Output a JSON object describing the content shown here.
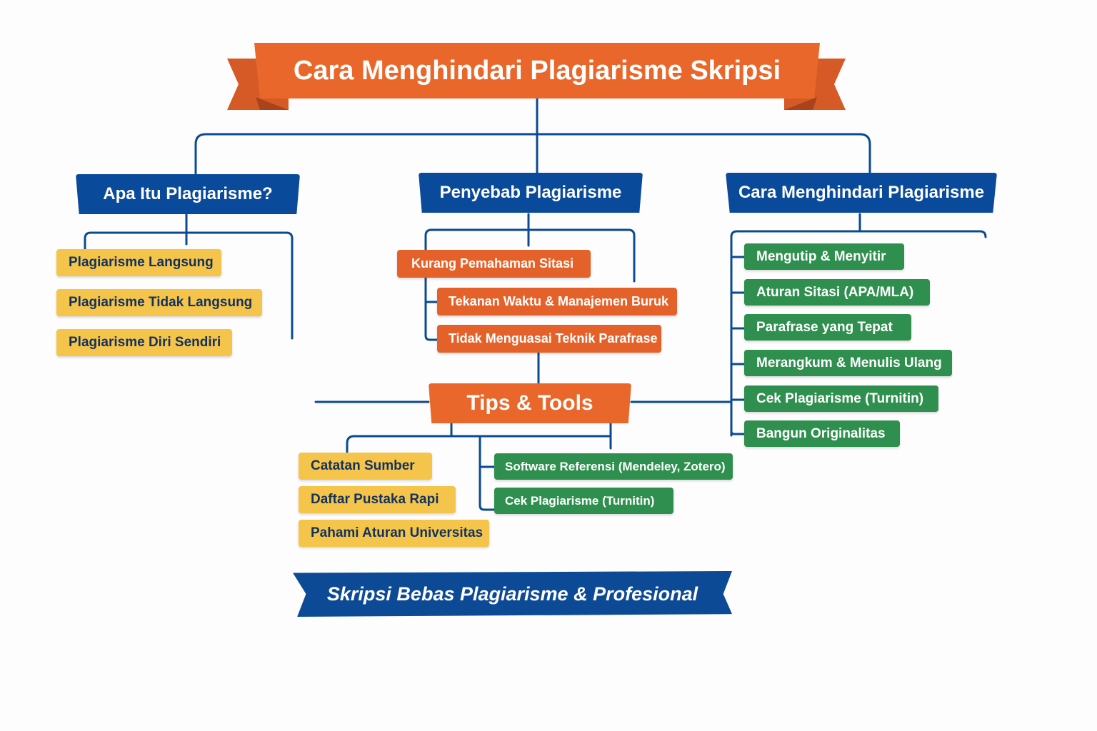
{
  "title": "Cara Menghindari Plagiarisme Skripsi",
  "colors": {
    "title_orange": "#e9672a",
    "heading_blue": "#0a4a9a",
    "connector_blue": "#0b4a93",
    "yellow": "#f5c44b",
    "orange": "#e4622a",
    "green": "#2f8f4e",
    "dark_text": "#12325e"
  },
  "branches": [
    {
      "heading": "Apa Itu Plagiarisme?",
      "items": [
        "Plagiarisme Langsung",
        "Plagiarisme Tidak Langsung",
        "Plagiarisme Diri Sendiri"
      ]
    },
    {
      "heading": "Penyebab Plagiarisme",
      "items": [
        "Kurang Pemahaman Sitasi",
        "Tekanan Waktu & Manajemen Buruk",
        "Tidak Menguasai Teknik Parafrase"
      ]
    },
    {
      "heading": "Cara Menghindari Plagiarisme",
      "items": [
        "Mengutip & Menyitir",
        "Aturan Sitasi (APA/MLA)",
        "Parafrase yang Tepat",
        "Merangkum & Menulis Ulang",
        "Cek Plagiarisme (Turnitin)",
        "Bangun Originalitas"
      ]
    }
  ],
  "tips": {
    "heading": "Tips & Tools",
    "tips_items": [
      "Catatan Sumber",
      "Daftar Pustaka Rapi",
      "Pahami Aturan Universitas"
    ],
    "tools_items": [
      "Software Referensi (Mendeley, Zotero)",
      "Cek Plagiarisme (Turnitin)"
    ]
  },
  "footer": "Skripsi Bebas Plagiarisme & Profesional"
}
